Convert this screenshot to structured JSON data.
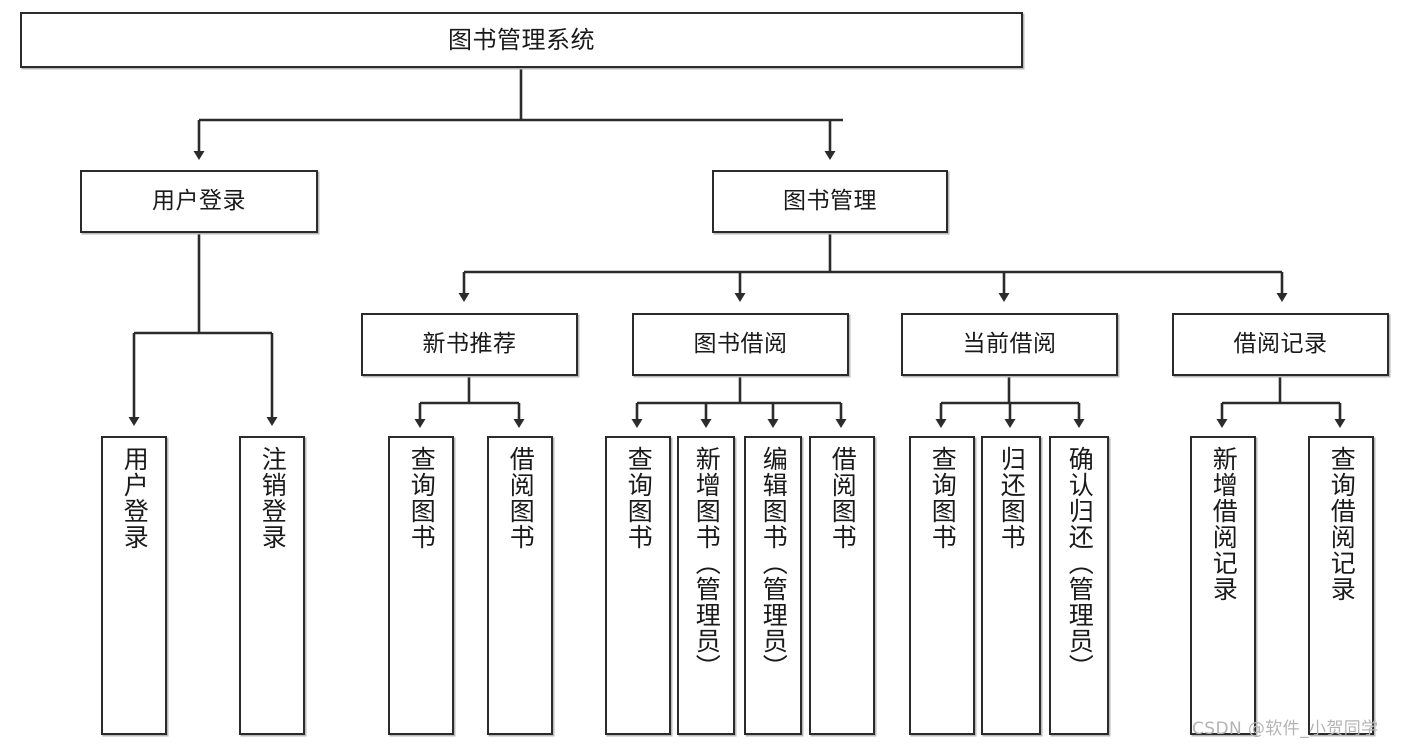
{
  "diagram": {
    "title": "图书管理系统",
    "type": "tree",
    "colors": {
      "box_border": "#2b2b2b",
      "box_fill": "#ffffff",
      "connector": "#2b2b2b",
      "shadow": "#b9b9b9",
      "text": "#1a1a1a",
      "watermark": "#b4b4b4"
    },
    "nodes": {
      "root": {
        "label": "图书管理系统"
      },
      "level1": [
        {
          "id": "user-login",
          "label": "用户登录"
        },
        {
          "id": "book-manage",
          "label": "图书管理"
        }
      ],
      "level2": [
        {
          "id": "new-book-recommend",
          "label": "新书推荐"
        },
        {
          "id": "book-borrow",
          "label": "图书借阅"
        },
        {
          "id": "current-borrow",
          "label": "当前借阅"
        },
        {
          "id": "borrow-record",
          "label": "借阅记录"
        }
      ],
      "leaves": {
        "user_login": [
          {
            "id": "leaf-user-login",
            "label": "用户登录"
          },
          {
            "id": "leaf-logout-login",
            "label": "注销登录"
          }
        ],
        "new_book_recommend": [
          {
            "id": "leaf-query-book-1",
            "label": "查询图书"
          },
          {
            "id": "leaf-borrow-book-1",
            "label": "借阅图书"
          }
        ],
        "book_borrow": [
          {
            "id": "leaf-query-book-2",
            "label": "查询图书"
          },
          {
            "id": "leaf-add-book",
            "label": "新增图书（管理员）"
          },
          {
            "id": "leaf-edit-book",
            "label": "编辑图书（管理员）"
          },
          {
            "id": "leaf-borrow-book-2",
            "label": "借阅图书"
          }
        ],
        "current_borrow": [
          {
            "id": "leaf-query-book-3",
            "label": "查询图书"
          },
          {
            "id": "leaf-return-book",
            "label": "归还图书"
          },
          {
            "id": "leaf-confirm-return",
            "label": "确认归还（管理员）"
          }
        ],
        "borrow_record": [
          {
            "id": "leaf-add-borrow-record",
            "label": "新增借阅记录"
          },
          {
            "id": "leaf-query-borrow-record",
            "label": "查询借阅记录"
          }
        ]
      }
    }
  },
  "watermark": {
    "text": "CSDN @软件_小贺同学"
  }
}
